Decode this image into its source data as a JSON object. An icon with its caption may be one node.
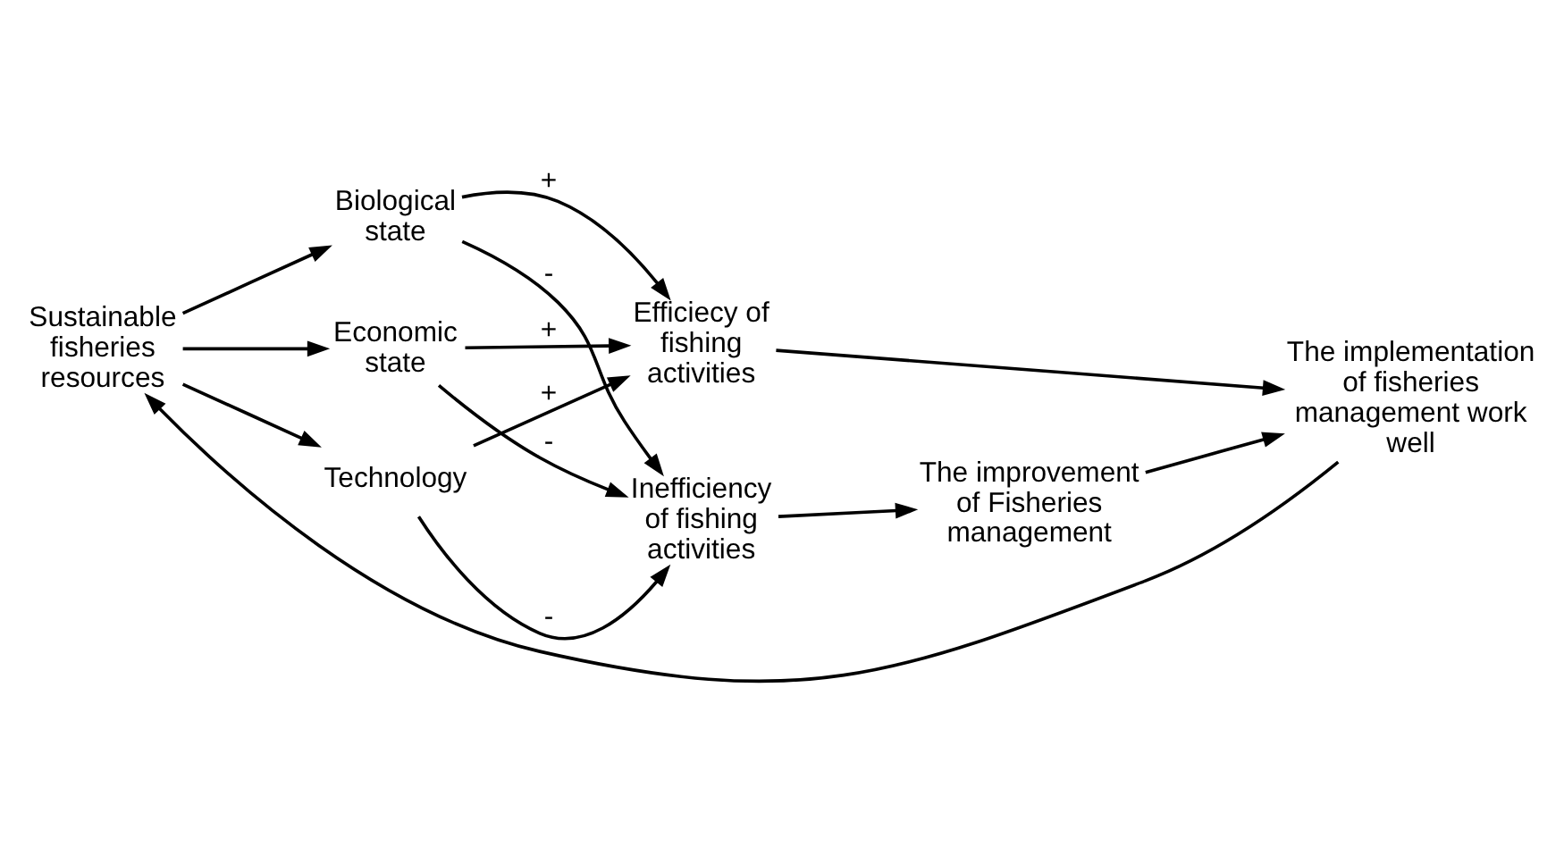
{
  "diagram": {
    "nodes": [
      {
        "text": [
          "Sustainable fisheries resources"
        ]
      },
      {
        "text": [
          "Biological state"
        ]
      },
      {
        "text": [
          "Economic state"
        ]
      },
      {
        "text": [
          "Technology"
        ]
      },
      {
        "text": [
          "Inefficiency of fishing activities"
        ]
      },
      {
        "text": [
          "Efficiecy of fishing activities"
        ]
      },
      {
        "text": [
          "The improvement of Fisheries management"
        ]
      },
      {
        "text": [
          "The implementation of fisheries management work well"
        ]
      }
    ],
    "edges": [
      {
        "from": 0,
        "to": 1,
        "arrow": "to"
      },
      {
        "from": 0,
        "to": 2,
        "arrow": "to"
      },
      {
        "from": 0,
        "to": 3,
        "arrow": "to"
      },
      {
        "from": 1,
        "to": 4,
        "arrow": "to",
        "label": "-"
      },
      {
        "from": 1,
        "to": 5,
        "arrow": "to",
        "label": "+"
      },
      {
        "from": 2,
        "to": 4,
        "arrow": "to",
        "label": "-"
      },
      {
        "from": 2,
        "to": 5,
        "arrow": "to",
        "label": "+"
      },
      {
        "from": 3,
        "to": 4,
        "arrow": "to",
        "label": "-"
      },
      {
        "from": 3,
        "to": 5,
        "arrow": "to",
        "label": "+"
      },
      {
        "from": 4,
        "to": 6,
        "arrow": "to"
      },
      {
        "from": 6,
        "to": 7,
        "arrow": "to"
      },
      {
        "from": 5,
        "to": 7,
        "arrow": "to"
      },
      {
        "from": 7,
        "to": 0,
        "arrow": "to"
      }
    ]
  }
}
